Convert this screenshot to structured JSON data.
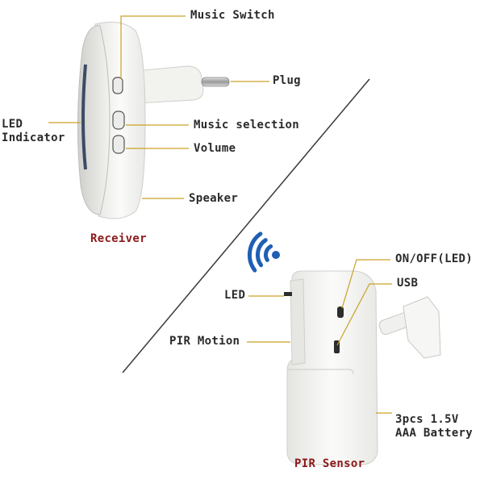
{
  "receiver": {
    "caption": "Receiver",
    "labels": {
      "music_switch": "Music Switch",
      "plug": "Plug",
      "led_line1": "LED",
      "led_line2": "Indicator",
      "music_selection": "Music selection",
      "volume": "Volume",
      "speaker": "Speaker"
    }
  },
  "sensor": {
    "caption": "PIR Sensor",
    "labels": {
      "on_off": "ON/OFF(LED)",
      "usb": "USB",
      "led": "LED",
      "pir_motion": "PIR Motion",
      "battery_line1": "3pcs 1.5V",
      "battery_line2": "AAA Battery"
    }
  },
  "colors": {
    "leader_line": "#c9a227",
    "caption": "#8b1a1a",
    "wireless": "#1f5fb5",
    "device_body": "#f4f4f2",
    "device_shadow": "#d9d9d6"
  },
  "icons": [
    "wireless-signal-icon"
  ]
}
